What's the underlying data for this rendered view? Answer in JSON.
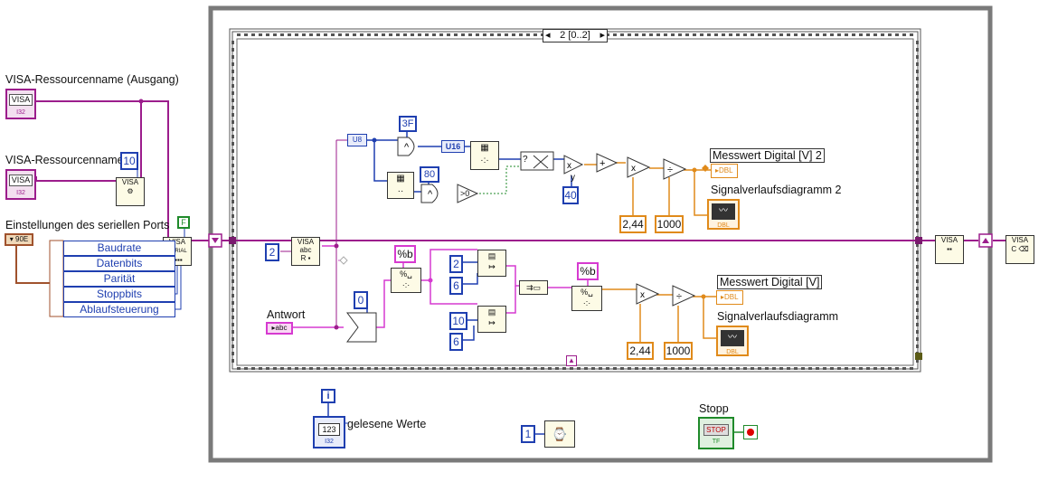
{
  "labels": {
    "visa_out": "VISA-Ressourcenname (Ausgang)",
    "visa_in": "VISA-Ressourcenname",
    "serial_settings": "Einstellungen des seriellen Ports",
    "answer": "Antwort",
    "read_values": "gelesene Werte",
    "stop": "Stopp",
    "measure_digital_2": "Messwert Digital [V] 2",
    "waveform_2": "Signalverlaufsdiagramm 2",
    "measure_digital": "Messwert Digital [V]",
    "waveform": "Signalverlaufsdiagramm"
  },
  "sequence_selector": "2 [0..2]",
  "serial_cluster": [
    "Baudrate",
    "Datenbits",
    "Parität",
    "Stoppbits",
    "Ablaufsteuerung"
  ],
  "constants": {
    "timeout": "10",
    "bool_false": "F",
    "read_count": "2",
    "mask_hex": "3F",
    "mask_80": "80",
    "mult_40": "40",
    "ref_voltage_top": "2,44",
    "div_1000_top": "1000",
    "fmt_top": "%b",
    "fmt_bottom": "%b",
    "zero": "0",
    "offset_a": "2",
    "len_a": "6",
    "offset_b": "10",
    "len_b": "6",
    "ref_voltage_bottom": "2,44",
    "div_1000_bottom": "1000",
    "wait_ms": "1",
    "loop_index": "i"
  },
  "type_tags": {
    "visa": "VISA",
    "i32": "I32",
    "u8": "U8",
    "u16": "U16",
    "dbl": "DBL",
    "abc": "abc",
    "tf": "TF",
    "num": "123",
    "stop_btn": "STOP",
    "serial": "SERIAL",
    "x_label": "x",
    "y_label": "y",
    "question": "?",
    "gt0": ">0"
  },
  "colors": {
    "loop_frame": "#7a7a7a",
    "visa_wire": "#9c1d8c",
    "string_wire": "#d63ad0",
    "int_wire": "#1f3fb0",
    "dbl_wire": "#e08a1a",
    "bool_wire": "#1f8a2a"
  }
}
